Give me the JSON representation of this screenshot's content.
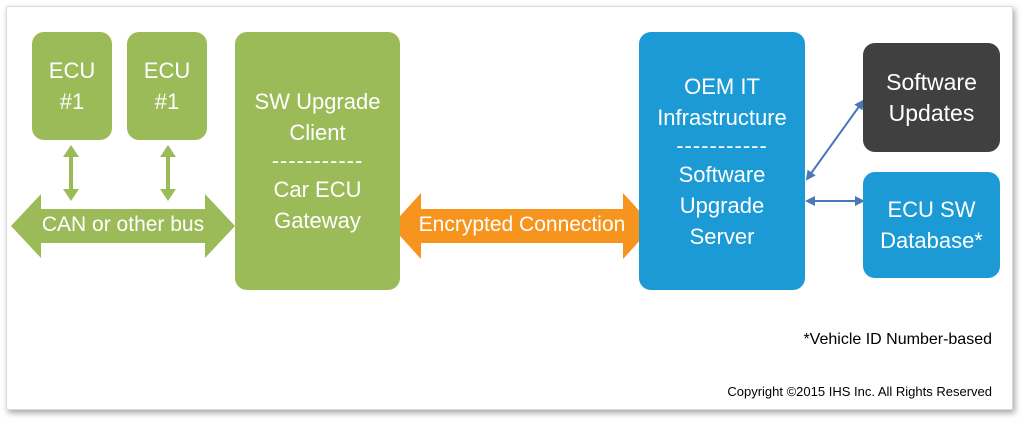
{
  "nodes": {
    "ecu_a": {
      "lines": [
        "ECU",
        "#1"
      ]
    },
    "ecu_b": {
      "lines": [
        "ECU",
        "#1"
      ]
    },
    "client": {
      "top": [
        "SW Upgrade",
        "Client"
      ],
      "separator": "-----------",
      "bottom": [
        "Car ECU",
        "Gateway"
      ]
    },
    "oem": {
      "top": [
        "OEM IT",
        "Infrastructure"
      ],
      "separator": "-----------",
      "bottom": [
        "Software",
        "Upgrade",
        "Server"
      ]
    },
    "updates": {
      "lines": [
        "Software",
        "Updates"
      ]
    },
    "database": {
      "lines": [
        "ECU SW",
        "Database*"
      ]
    }
  },
  "connectors": {
    "bus_label": "CAN or other bus",
    "encrypted_label": "Encrypted Connection"
  },
  "notes": {
    "footnote": "*Vehicle ID Number-based",
    "copyright": "Copyright ©2015 IHS Inc. All Rights Reserved"
  },
  "colors": {
    "green": "#9bbb59",
    "blue": "#1b9ad6",
    "dark": "#404040",
    "orange": "#f7941d",
    "connector_blue": "#4a77b8"
  }
}
